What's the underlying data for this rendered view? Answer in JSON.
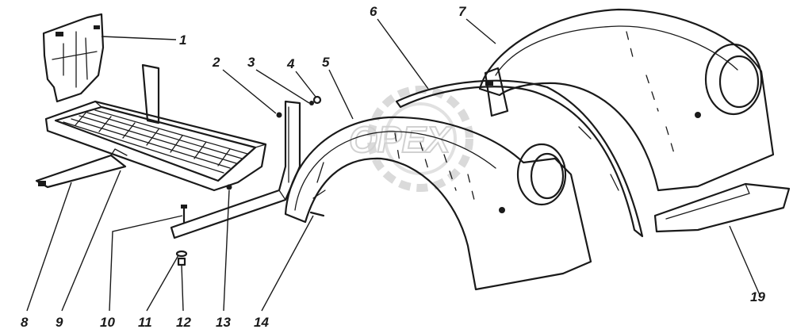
{
  "watermark": "OPEX",
  "callouts": [
    {
      "id": "c1",
      "text": "1"
    },
    {
      "id": "c2",
      "text": "2"
    },
    {
      "id": "c3",
      "text": "3"
    },
    {
      "id": "c4",
      "text": "4"
    },
    {
      "id": "c5",
      "text": "5"
    },
    {
      "id": "c6",
      "text": "6"
    },
    {
      "id": "c7",
      "text": "7"
    },
    {
      "id": "c8",
      "text": "8"
    },
    {
      "id": "c9",
      "text": "9"
    },
    {
      "id": "c10",
      "text": "10"
    },
    {
      "id": "c11",
      "text": "11"
    },
    {
      "id": "c12",
      "text": "12"
    },
    {
      "id": "c13",
      "text": "13"
    },
    {
      "id": "c14",
      "text": "14"
    },
    {
      "id": "c19",
      "text": "19"
    }
  ]
}
